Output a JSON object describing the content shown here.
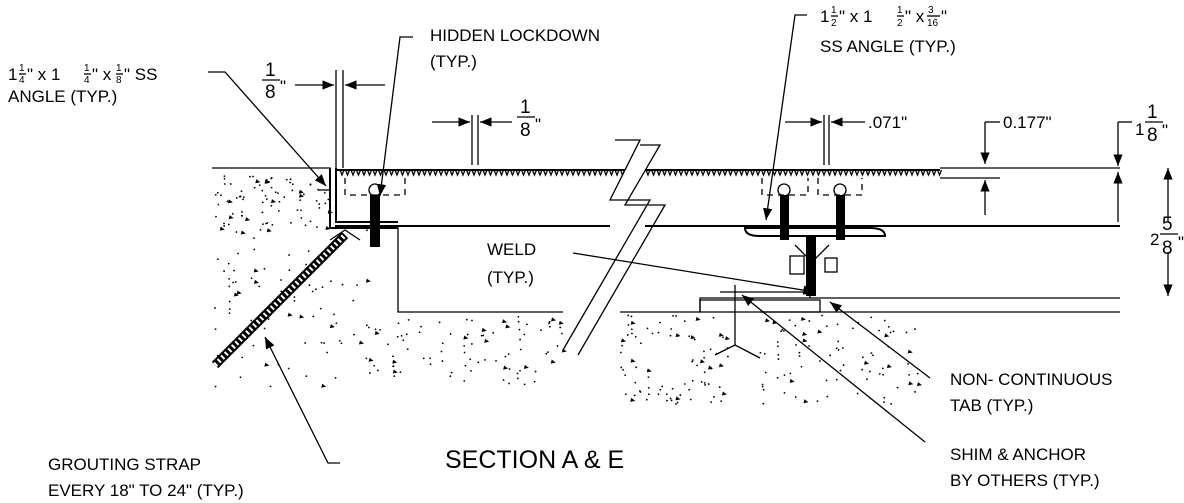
{
  "title": "SECTION A & E",
  "callouts": {
    "angle_left": {
      "line1_a": "1",
      "line1_a_num": "1",
      "line1_a_den": "4",
      "line1_b": "\" x 1",
      "line1_b_num": "1",
      "line1_b_den": "4",
      "line1_c": "\" x",
      "line1_c_num": "1",
      "line1_c_den": "8",
      "line1_d": "\" SS",
      "line2": "ANGLE (TYP.)"
    },
    "hidden_lockdown": {
      "line1": "HIDDEN LOCKDOWN",
      "line2": "(TYP.)"
    },
    "angle_right": {
      "line1_a": "1",
      "line1_a_num": "1",
      "line1_a_den": "2",
      "line1_b": "\" x 1",
      "line1_b_num": "1",
      "line1_b_den": "2",
      "line1_c": "\" x",
      "line1_c_num": "3",
      "line1_c_den": "16",
      "line1_d": "\"",
      "line2": "SS ANGLE (TYP.)"
    },
    "weld": {
      "line1": "WELD",
      "line2": "(TYP.)"
    },
    "tab": {
      "line1": "NON- CONTINUOUS",
      "line2": "TAB (TYP.)"
    },
    "shim": {
      "line1": "SHIM & ANCHOR",
      "line2": "BY OTHERS (TYP.)"
    },
    "strap": {
      "line1": "GROUTING STRAP",
      "line2": "EVERY 18\" TO 24\" (TYP.)"
    }
  },
  "dimensions": {
    "gap_left": {
      "num": "1",
      "den": "8",
      "unit": "\""
    },
    "gap_mid": {
      "num": "1",
      "den": "8",
      "unit": "\""
    },
    "bar": {
      "value": ".071\""
    },
    "serration": {
      "value": "0.177\""
    },
    "depth_plank": {
      "whole": "1",
      "num": "1",
      "den": "8",
      "unit": "\""
    },
    "depth_total": {
      "whole": "2",
      "num": "5",
      "den": "8",
      "unit": "\""
    }
  },
  "colors": {
    "ink": "#000000",
    "paper": "#ffffff"
  }
}
